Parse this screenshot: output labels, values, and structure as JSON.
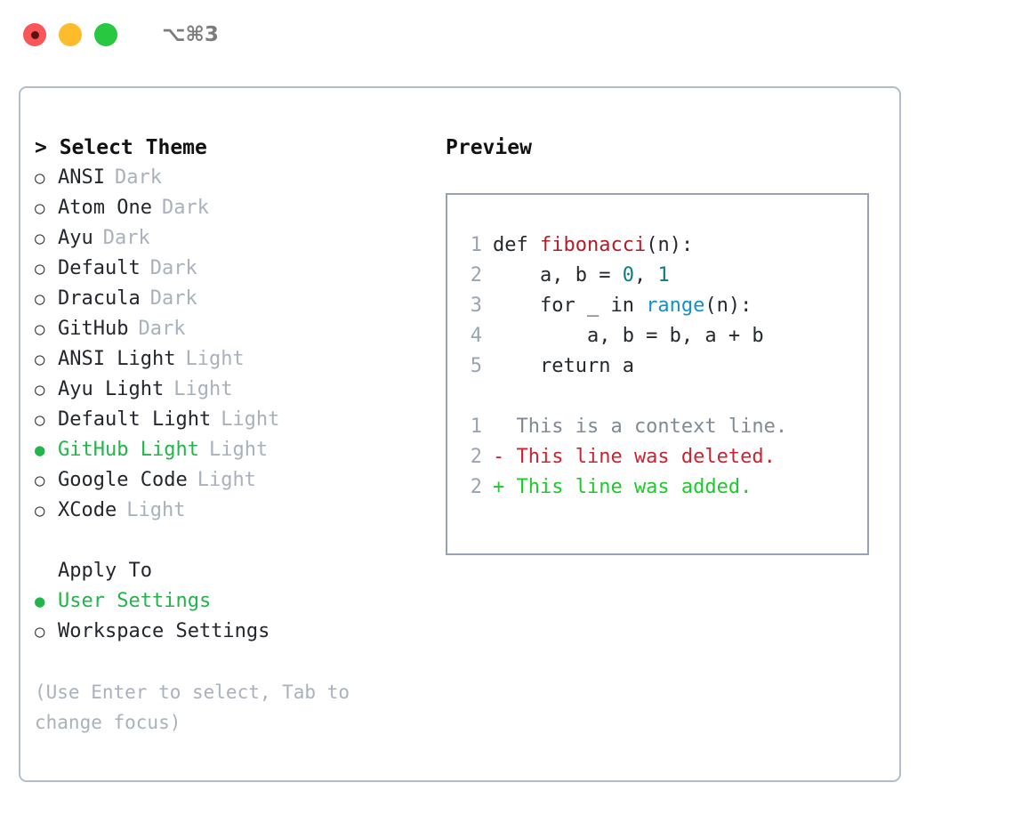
{
  "titlebar": {
    "shortcut": "⌥⌘3",
    "dots": [
      {
        "name": "close",
        "color": "#f9565a"
      },
      {
        "name": "minimize",
        "color": "#fdbc2c"
      },
      {
        "name": "maximize",
        "color": "#28c840"
      }
    ]
  },
  "theme_picker": {
    "heading": "> Select Theme",
    "selected": "GitHub Light",
    "selected_color": "#21b54a",
    "marker_on": "●",
    "marker_off": "○",
    "items": [
      {
        "name": "ANSI",
        "variant": "Dark",
        "selected": false
      },
      {
        "name": "Atom One",
        "variant": "Dark",
        "selected": false
      },
      {
        "name": "Ayu",
        "variant": "Dark",
        "selected": false
      },
      {
        "name": "Default",
        "variant": "Dark",
        "selected": false
      },
      {
        "name": "Dracula",
        "variant": "Dark",
        "selected": false
      },
      {
        "name": "GitHub",
        "variant": "Dark",
        "selected": false
      },
      {
        "name": "ANSI Light",
        "variant": "Light",
        "selected": false
      },
      {
        "name": "Ayu Light",
        "variant": "Light",
        "selected": false
      },
      {
        "name": "Default Light",
        "variant": "Light",
        "selected": false
      },
      {
        "name": "GitHub Light",
        "variant": "Light",
        "selected": true
      },
      {
        "name": "Google Code",
        "variant": "Light",
        "selected": false
      },
      {
        "name": "XCode",
        "variant": "Light",
        "selected": false
      }
    ]
  },
  "apply_to": {
    "heading": "Apply To",
    "selected": "User Settings",
    "items": [
      {
        "name": "User Settings",
        "selected": true
      },
      {
        "name": "Workspace Settings",
        "selected": false
      }
    ]
  },
  "hint": "(Use Enter to select, Tab to change focus)",
  "preview": {
    "heading": "Preview",
    "code_lines": [
      {
        "no": "1",
        "tokens": [
          {
            "t": "def ",
            "c": "plain"
          },
          {
            "t": "fibonacci",
            "c": "fn"
          },
          {
            "t": "(n):",
            "c": "plain"
          }
        ]
      },
      {
        "no": "2",
        "tokens": [
          {
            "t": "    a, b = ",
            "c": "plain"
          },
          {
            "t": "0",
            "c": "num"
          },
          {
            "t": ", ",
            "c": "plain"
          },
          {
            "t": "1",
            "c": "num"
          }
        ]
      },
      {
        "no": "3",
        "tokens": [
          {
            "t": "    for _ in ",
            "c": "plain"
          },
          {
            "t": "range",
            "c": "call"
          },
          {
            "t": "(n):",
            "c": "plain"
          }
        ]
      },
      {
        "no": "4",
        "tokens": [
          {
            "t": "        a, b = b, a + b",
            "c": "plain"
          }
        ]
      },
      {
        "no": "5",
        "tokens": [
          {
            "t": "    return a",
            "c": "plain"
          }
        ]
      }
    ],
    "diff_lines": [
      {
        "no": "1",
        "text": "  This is a context line.",
        "kind": "ctx"
      },
      {
        "no": "2",
        "text": "- This line was deleted.",
        "kind": "del"
      },
      {
        "no": "2",
        "text": "+ This line was added.",
        "kind": "add"
      }
    ]
  },
  "colors": {
    "panel_border": "#b3bdcb",
    "preview_border": "#97a2b3",
    "accent_green": "#21b54a",
    "muted": "#a9b1bd",
    "fn_red": "#b31d28",
    "num_teal": "#0a7d80",
    "call_blue": "#0f93c9",
    "diff_del": "#cb2431",
    "diff_add": "#1ccb2b"
  }
}
